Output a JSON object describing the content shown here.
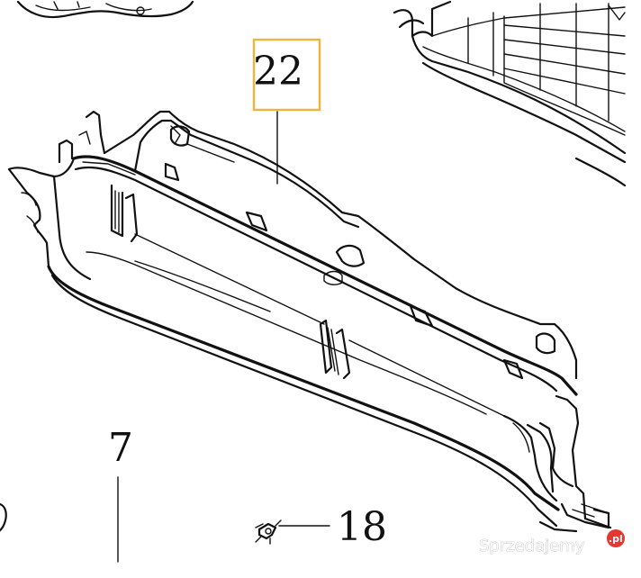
{
  "callouts": {
    "part_22": "22",
    "part_7": "7",
    "part_18": "18"
  },
  "highlight": {
    "color": "#f2b33a",
    "target": "22"
  },
  "watermark": {
    "text": "Sprzedajemy",
    "badge": ".pl",
    "badge_color": "#e5372f"
  }
}
